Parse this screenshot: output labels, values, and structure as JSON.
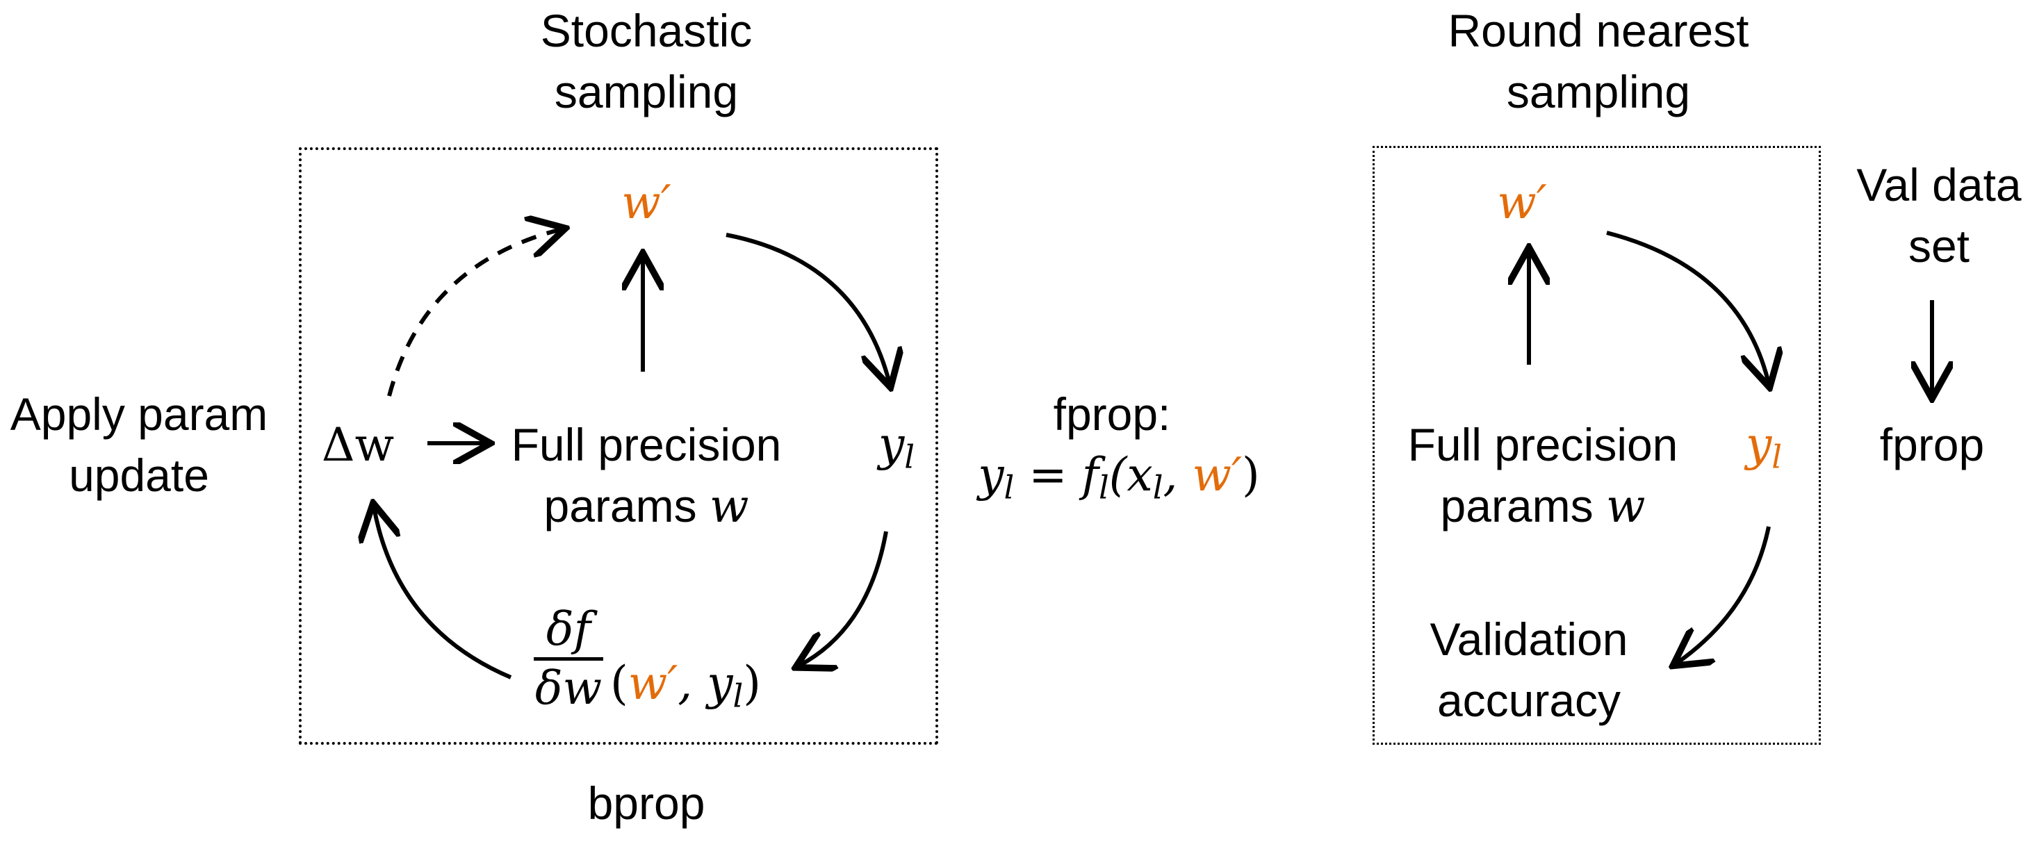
{
  "left_panel": {
    "title_line1": "Stochastic",
    "title_line2": "sampling",
    "w_prime": "w′",
    "delta_w": "Δw",
    "center_line1": "Full precision",
    "center_line2_text": "params ",
    "center_line2_var": "w",
    "y_l": "y",
    "y_l_sub": "l",
    "grad_num": "δf",
    "grad_den": "δw",
    "grad_open": "(",
    "grad_wprime": "w′",
    "grad_rest": ", y",
    "grad_sub": "l",
    "grad_close": ")",
    "apply_line1": "Apply param",
    "apply_line2": "update",
    "bprop": "bprop",
    "fprop_title": "fprop:",
    "fprop_eq_y": "y",
    "fprop_eq_y_sub": "l",
    "fprop_eq_mid": " = f",
    "fprop_eq_f_sub": "l",
    "fprop_eq_open": "(x",
    "fprop_eq_x_sub": "l",
    "fprop_eq_comma": ", ",
    "fprop_eq_wprime": "w′",
    "fprop_eq_close": ")"
  },
  "right_panel": {
    "title_line1": "Round nearest",
    "title_line2": "sampling",
    "w_prime": "w′",
    "center_line1": "Full precision",
    "center_line2_text": "params ",
    "center_line2_var": "w",
    "y_l": "y",
    "y_l_sub": "l",
    "validation_line1": "Validation",
    "validation_line2": "accuracy",
    "val_data_line1": "Val data",
    "val_data_line2": "set",
    "fprop": "fprop"
  },
  "colors": {
    "accent": "#E36C0A",
    "ink": "#000000"
  }
}
